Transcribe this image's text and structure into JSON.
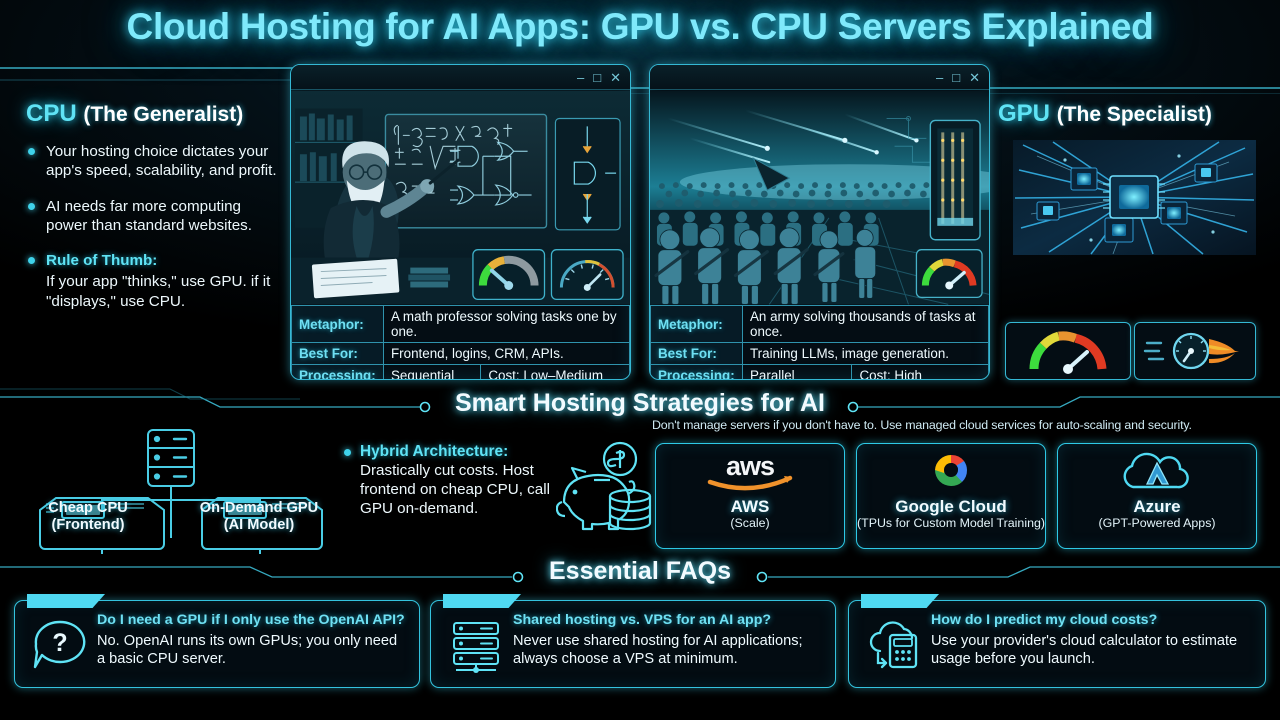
{
  "title": "Cloud Hosting for AI Apps: GPU vs. CPU Servers Explained",
  "cpu": {
    "heading": "CPU",
    "heading_tag": "(The Generalist)",
    "bullets": [
      "Your hosting choice dictates your app's speed, scalability, and profit.",
      "AI needs far more computing power than standard websites."
    ],
    "rule_title": "Rule of Thumb:",
    "rule_body": "If your app \"thinks,\" use GPU. if it \"displays,\" use CPU.",
    "window": {
      "minimize": "–",
      "maximize": "□",
      "close": "✕"
    },
    "spec": [
      {
        "key": "Metaphor:",
        "value": "A math professor solving tasks one by one."
      },
      {
        "key": "Best For:",
        "value": "Frontend, logins, CRM, APIs."
      },
      {
        "key": "Processing:",
        "value": "Sequential",
        "extra": "Cost: Low–Medium"
      }
    ]
  },
  "gpu": {
    "heading": "GPU",
    "heading_tag": "(The Specialist)",
    "window": {
      "minimize": "–",
      "maximize": "□",
      "close": "✕"
    },
    "spec": [
      {
        "key": "Metaphor:",
        "value": "An army solving thousands of tasks at once."
      },
      {
        "key": "Best For:",
        "value": "Training LLMs, image generation."
      },
      {
        "key": "Processing:",
        "value": "Parallel",
        "extra": "Cost: High"
      }
    ]
  },
  "strategies": {
    "heading": "Smart Hosting Strategies for AI",
    "diagram": {
      "left_line1": "Cheap CPU",
      "left_line2": "(Frontend)",
      "right_line1": "On-Demand GPU",
      "right_line2": "(AI Model)"
    },
    "hybrid_title": "Hybrid Architecture:",
    "hybrid_body": "Drastically cut costs. Host frontend on cheap CPU, call GPU on-demand.",
    "cloud_note": "Don't manage servers if you don't have to. Use managed cloud services for auto-scaling and security.",
    "providers": [
      {
        "logo": "aws-logo",
        "name": "AWS",
        "sub": "(Scale)"
      },
      {
        "logo": "google-cloud-logo",
        "name": "Google Cloud",
        "sub": "(TPUs for Custom Model Training)"
      },
      {
        "logo": "azure-logo",
        "name": "Azure",
        "sub": "(GPT-Powered Apps)"
      }
    ]
  },
  "faqs": {
    "heading": "Essential FAQs",
    "items": [
      {
        "icon": "question-bubble-icon",
        "question": "Do I need a GPU if I only use the OpenAI API?",
        "answer": "No. OpenAI runs its own GPUs; you only need a basic CPU server."
      },
      {
        "icon": "server-rack-icon",
        "question": "Shared hosting vs. VPS for an AI app?",
        "answer": "Never use shared hosting for AI applications; always choose a VPS at minimum."
      },
      {
        "icon": "cloud-calculator-icon",
        "question": "How do I predict my cloud costs?",
        "answer": "Use your provider's cloud calculator to estimate usage before you launch."
      }
    ]
  },
  "colors": {
    "accent_cyan": "#5fe3f5",
    "border_cyan": "#35b8d4",
    "background": "#000000",
    "text_white": "#f0fbff"
  }
}
